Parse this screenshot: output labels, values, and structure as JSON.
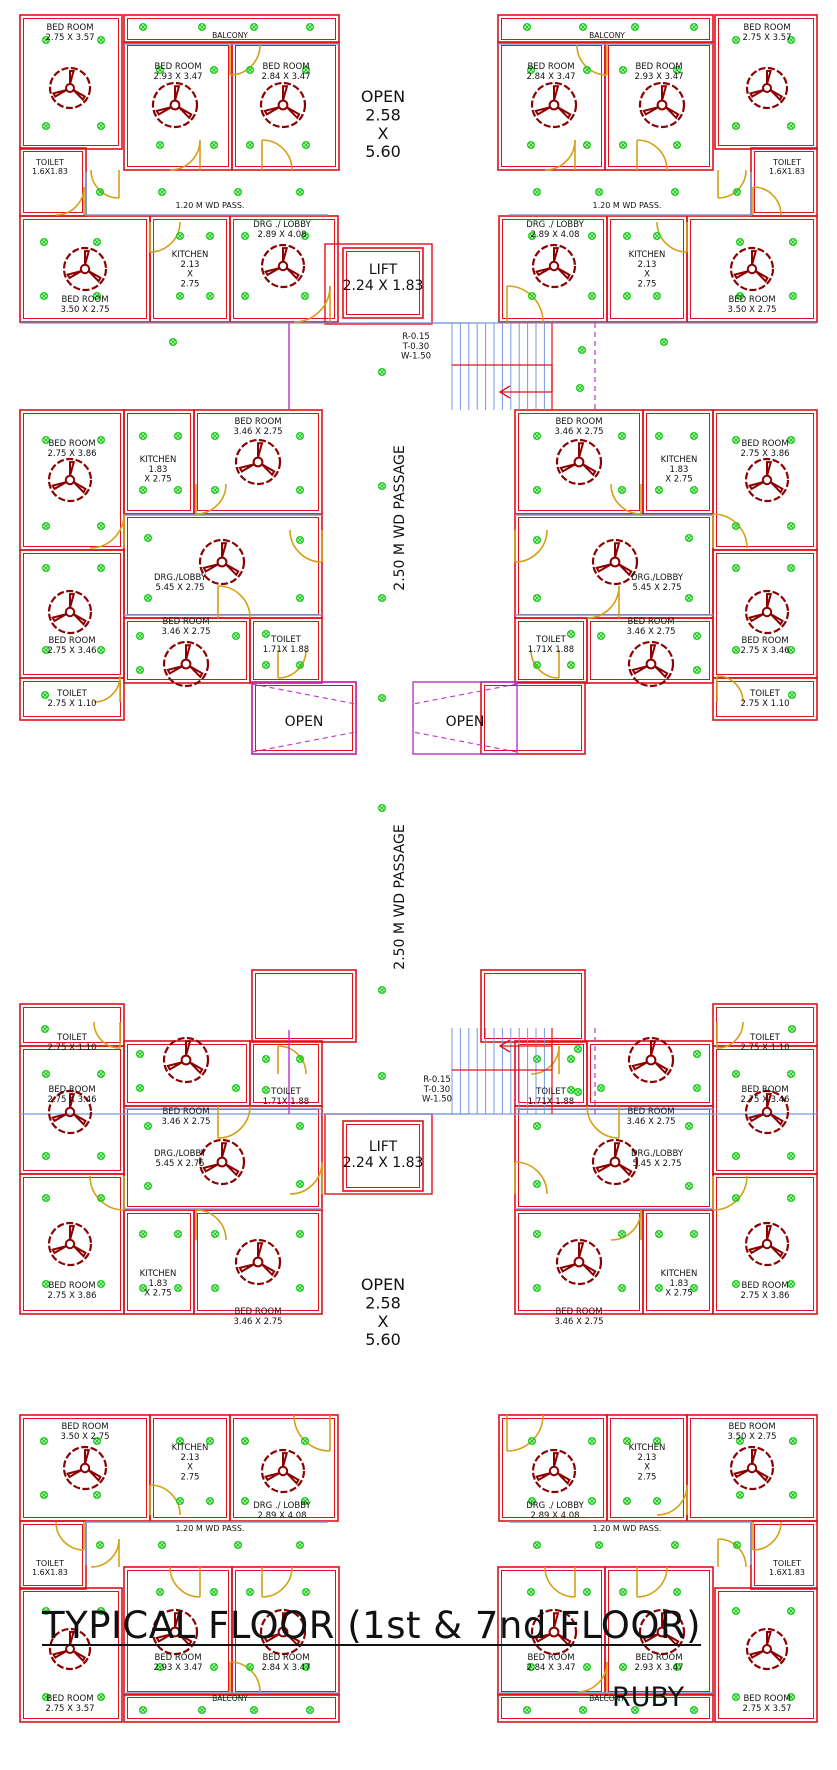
{
  "title": "TYPICAL FLOOR (1st & 7nd FLOOR)",
  "subtitle": "RUBY",
  "labels": {
    "balcony": "BALCONY",
    "bed_275_357": "BED ROOM\n2.75 X 3.57",
    "bed_293_347": "BED ROOM\n2.93 X 3.47",
    "bed_284_347": "BED ROOM\n2.84 X 3.47",
    "open_block": "OPEN\n2.58\nX\n5.60",
    "toilet_16_183": "TOILET\n1.6X1.83",
    "pass_120": "1.20 M WD PASS.",
    "kitchen_213": "KITCHEN\n2.13\nX\n2.75",
    "drg_289": "DRG ./ LOBBY\n2.89 X 4.08",
    "bed_350_275": "BED ROOM\n3.50 X 2.75",
    "lift": "LIFT\n2.24 X 1.83",
    "stair": "R-0.15\nT-0.30\nW-1.50",
    "bed_275_386": "BED ROOM\n2.75 X 3.86",
    "kitchen_183": "KITCHEN\n1.83\nX 2.75",
    "bed_346_275": "BED ROOM\n3.46 X 2.75",
    "drg_545": "DRG./LOBBY\n5.45 X 2.75",
    "bed_275_346": "BED ROOM\n2.75 X 3.46",
    "toilet_171": "TOILET\n1.71X 1.88",
    "toilet_275_110": "TOILET\n2.75 X 1.10",
    "open": "OPEN",
    "passage": "2.50  M WD PASSAGE"
  },
  "colors": {
    "wall": "#e0101c",
    "fan": "#8b0000",
    "light": "#22cc22",
    "door": "#d4a017",
    "glass": "#7799dd",
    "accent": "#bb33cc",
    "text": "#111111"
  }
}
